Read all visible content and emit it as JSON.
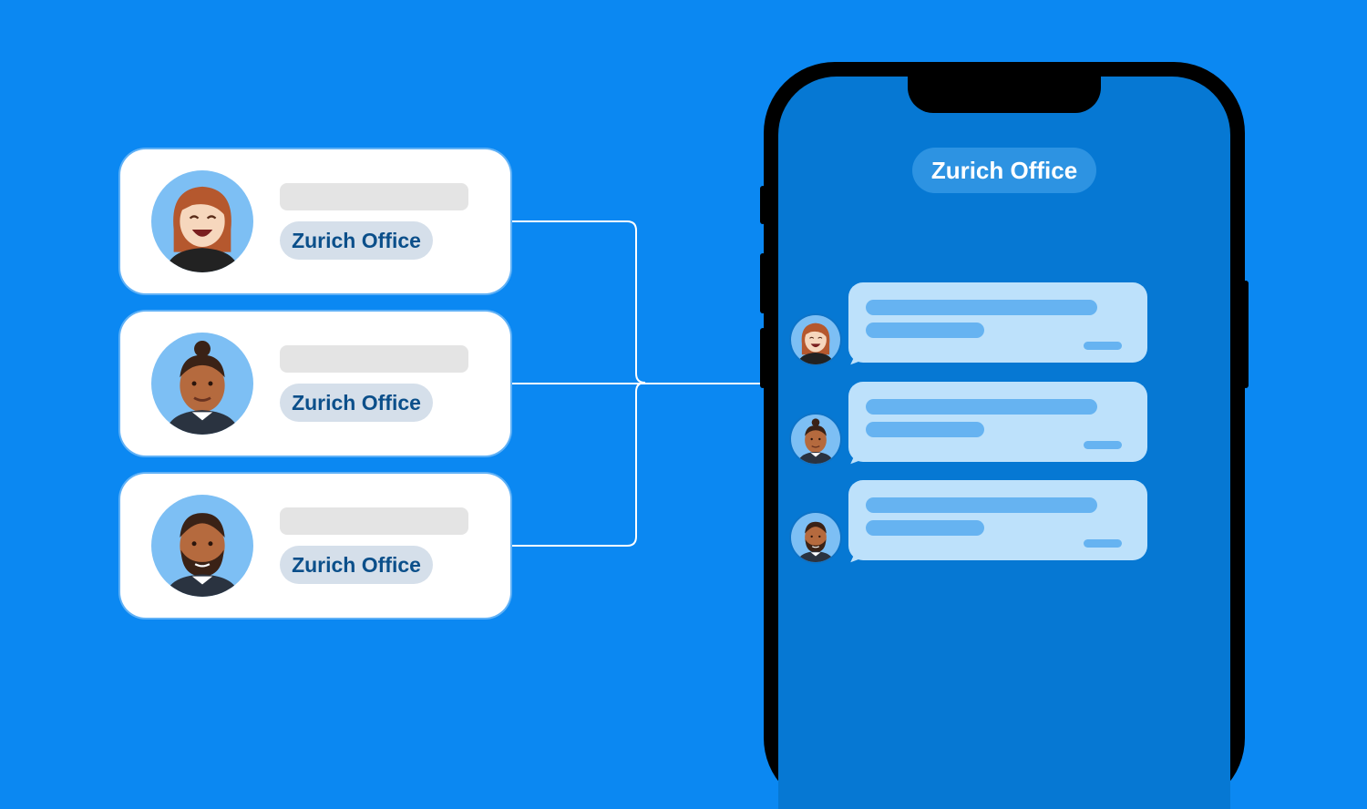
{
  "contacts": [
    {
      "tag": "Zurich Office",
      "avatar": "woman-avatar"
    },
    {
      "tag": "Zurich Office",
      "avatar": "man-bun-avatar"
    },
    {
      "tag": "Zurich Office",
      "avatar": "bearded-man-avatar"
    }
  ],
  "phone": {
    "title": "Zurich Office",
    "messages": [
      {
        "avatar": "woman-avatar"
      },
      {
        "avatar": "man-bun-avatar"
      },
      {
        "avatar": "bearded-man-avatar"
      }
    ]
  },
  "colors": {
    "background": "#0b88f2",
    "screen": "#0678d3",
    "bubble": "#bde1fb",
    "tag_text": "#0b4f8a"
  }
}
